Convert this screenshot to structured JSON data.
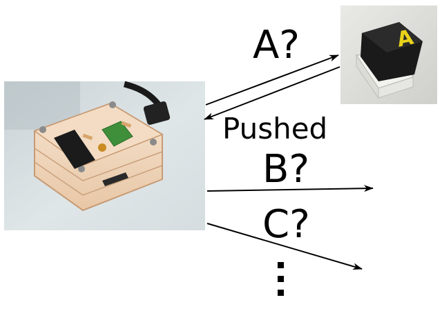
{
  "labels": {
    "a": "A?",
    "pushed": "Pushed",
    "b": "B?",
    "c": "C?"
  },
  "images": {
    "device": "breadboard-circuit-in-clear-acrylic-case-photo",
    "button": "black-keycap-with-yellow-A-photo"
  },
  "colors": {
    "arrow": "#000000",
    "keycap_letter": "#e8d21a",
    "background": "#ffffff"
  }
}
